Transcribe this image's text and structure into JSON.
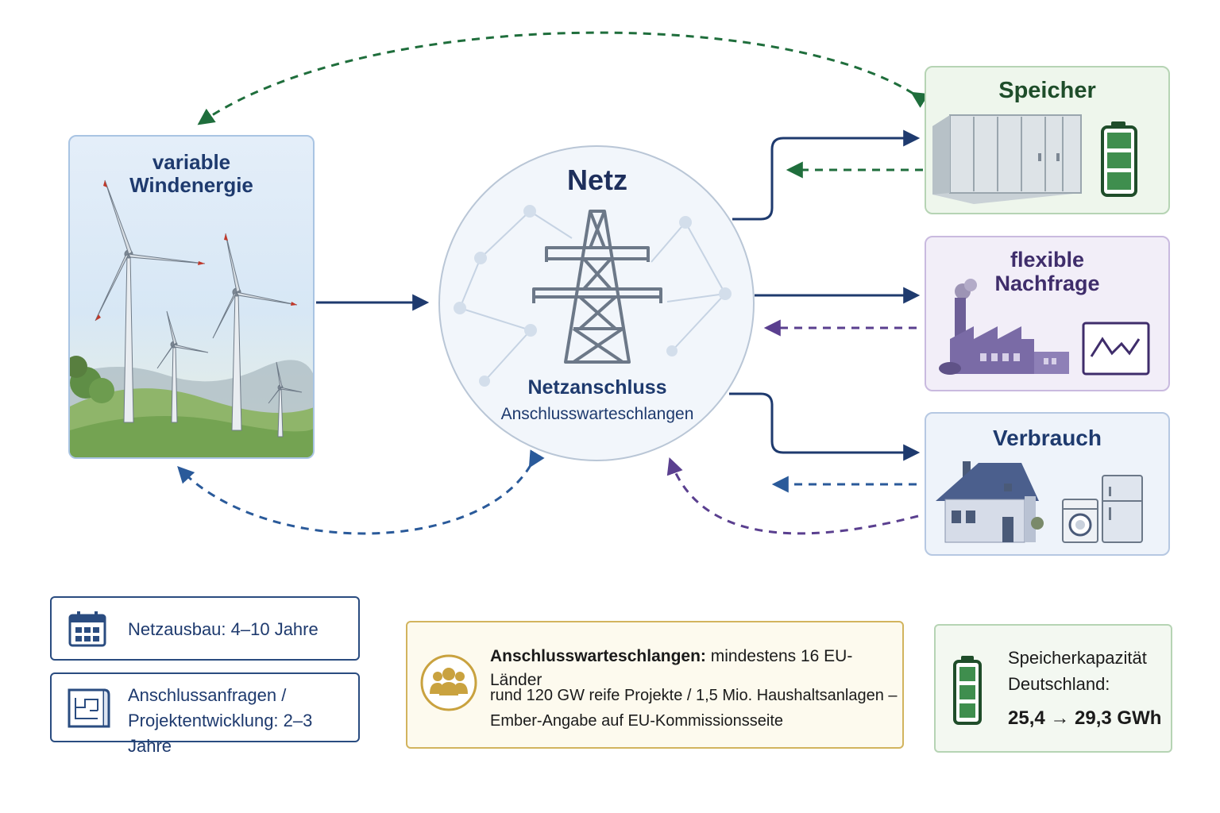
{
  "colors": {
    "navy": "#1e3a6e",
    "green": "#1f6e3c",
    "purple": "#5a3f8f",
    "gold": "#c9a23f"
  },
  "wind": {
    "title_line1": "variable",
    "title_line2": "Windenergie"
  },
  "grid": {
    "title": "Netz",
    "subtitle": "Netzanschluss",
    "caption": "Anschlusswarteschlangen",
    "icon": "power-pylon-icon"
  },
  "storage": {
    "title": "Speicher",
    "icons": [
      "battery-container-icon",
      "battery-icon"
    ]
  },
  "flexible_demand": {
    "title_line1": "flexible",
    "title_line2": "Nachfrage",
    "icons": [
      "factory-icon",
      "load-curve-monitor-icon"
    ]
  },
  "consumption": {
    "title": "Verbrauch",
    "icons": [
      "house-icon",
      "washing-machine-icon",
      "fridge-icon"
    ]
  },
  "facts": {
    "grid_expansion": {
      "icon": "calendar-icon",
      "text": "Netzausbau: 4–10 Jahre"
    },
    "connection_requests": {
      "icon": "blueprint-icon",
      "line1": "Anschlussanfragen /",
      "line2": "Projektentwicklung: 2–3 Jahre"
    },
    "queues": {
      "icon": "people-group-icon",
      "bold": "Anschlusswarteschlangen:",
      "rest": " mindestens 16 EU-Länder",
      "line2": "rund 120 GW reife Projekte / 1,5 Mio. Haushaltsanlagen –",
      "line3": "Ember-Angabe auf EU-Kommissionsseite"
    },
    "storage_capacity": {
      "icon": "battery-icon",
      "line1": "Speicherkapazität",
      "line2": "Deutschland:",
      "value": "25,4 → 29,3 GWh"
    }
  }
}
